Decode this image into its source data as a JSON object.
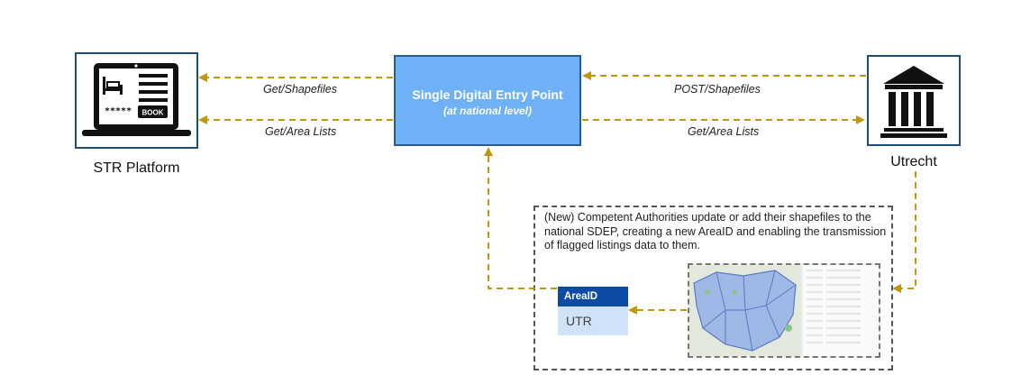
{
  "nodes": {
    "str_platform": {
      "label": "STR Platform",
      "icon": "laptop-booking-icon",
      "book_label": "BOOK",
      "stars": "*****"
    },
    "sdep": {
      "title": "Single Digital Entry Point",
      "subtitle": "(at national level)"
    },
    "utrecht": {
      "label": "Utrecht",
      "icon": "government-building-icon"
    }
  },
  "edges": {
    "get_shapefiles": "Get/Shapefiles",
    "get_area_lists_left": "Get/Area Lists",
    "post_shapefiles": "POST/Shapefiles",
    "get_area_lists_right": "Get/Area Lists"
  },
  "note": {
    "text": "(New) Competent Authorities update or add their shapefiles to the national SDEP, creating a new AreaID and enabling the transmission of flagged listings data to them."
  },
  "area_table": {
    "header": "AreaID",
    "value": "UTR"
  },
  "map": {
    "icon": "shapefile-map-screenshot-icon"
  },
  "colors": {
    "arrow": "#c0980f",
    "sdep_fill": "#6fb1f7",
    "border": "#1f4e79",
    "table_header": "#0b4ba3",
    "table_cell": "#cfe2f7"
  }
}
